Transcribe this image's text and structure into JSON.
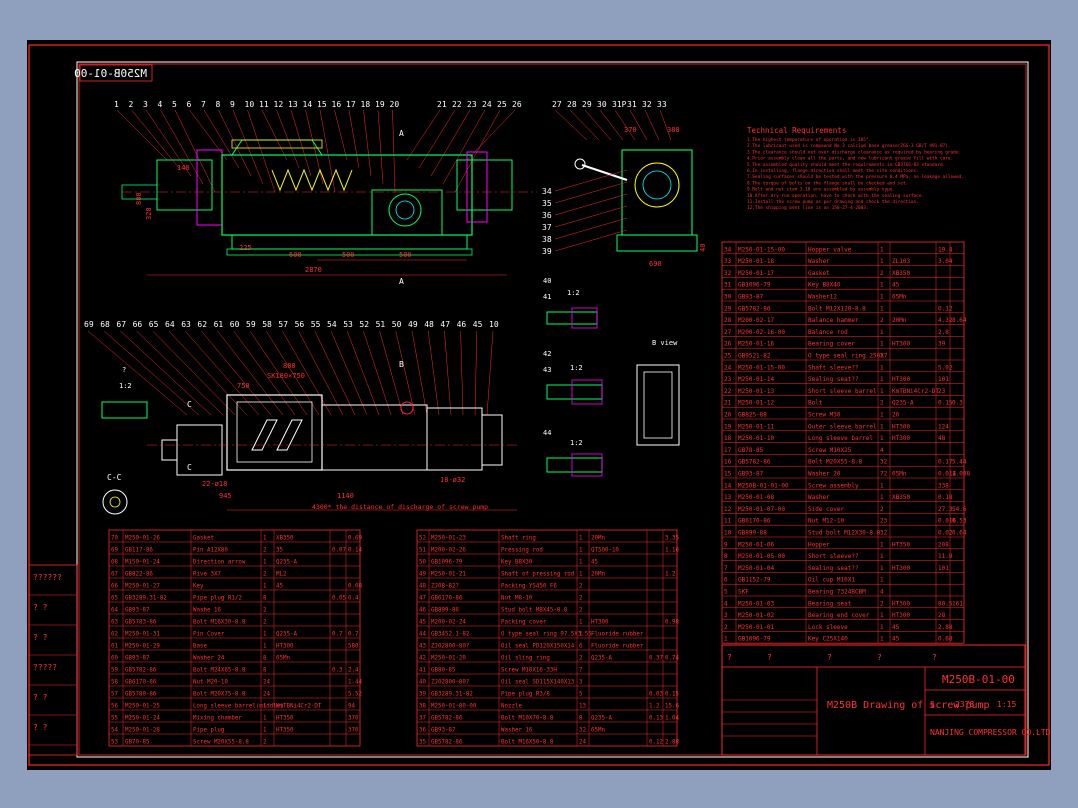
{
  "drawing_no_mirrored": "M250B-01-00",
  "colors": {
    "background": "#000000",
    "border": "#ff2a2a",
    "frame": "#ffffff",
    "text": "#ff3030",
    "parts": "#00ff66",
    "metal": "#ffff00",
    "accent": "#ff00ff",
    "cyan": "#00ffff"
  },
  "balloons_top": [
    "1",
    "2",
    "3",
    "4",
    "5",
    "6",
    "7",
    "8",
    "9",
    "10",
    "11",
    "12",
    "13",
    "14",
    "15",
    "16",
    "17",
    "18",
    "19",
    "20",
    "21",
    "22",
    "23",
    "24",
    "25",
    "26",
    "27",
    "28",
    "29",
    "30",
    "31P",
    "31",
    "32",
    "33"
  ],
  "balloons_bottom": [
    "69",
    "68",
    "67",
    "66",
    "65",
    "64",
    "63",
    "62",
    "61",
    "60",
    "59",
    "58",
    "57",
    "56",
    "55",
    "54",
    "53",
    "52",
    "51",
    "50",
    "49",
    "48",
    "47",
    "46",
    "45",
    "10"
  ],
  "balloons_side": [
    "34",
    "35",
    "36",
    "37",
    "38",
    "39"
  ],
  "section_marks": {
    "a": "A",
    "b": "B",
    "c": "C",
    "cc": "C-C",
    "b_view": "B view",
    "scale": "1:2",
    "q": "?"
  },
  "detail_labels": [
    "40",
    "41",
    "42",
    "43",
    "44"
  ],
  "dims": {
    "d_2870": "2870",
    "d_500a": "500",
    "d_500b": "500",
    "d_600": "600",
    "d_225": "225",
    "d_140": "140",
    "d_880": "880",
    "d_320": "320",
    "d_370": "370",
    "d_380": "380",
    "d_690": "690",
    "d_40": "40",
    "d_880b": "880",
    "d_sk": "SK180×750",
    "d_750": "750",
    "d_945": "945",
    "d_1140": "1140",
    "d_2215": "22-ø18",
    "d_8632": "18-ø32"
  },
  "distance_note": "4300* the distance of discharge of screw pump",
  "tech_title": "Technical Requirements",
  "tech_lines": [
    "1.The highest temperature of operation is 105°.",
    "2.The lubricant used is compound No.3 calcium base grease(ZGG-3 GB/T 491-87).",
    "3.The clearance should not over discharge clearance as required by bearing grade.",
    "4.Prior assembly clean all the parts, and new lubricant grease fill with care.",
    "5.The assembled quality should meet the requirements in GB3766-83 standard.",
    "6.In installing, flange direction shall meet the site conditions.",
    "7.Sealing surfaces should be tested with the pressure 0.4 MPa, no leakage allowed.",
    "8.The torque of bolts on the flange shall be checked and set.",
    "9.Bolt and nut item 3,18 are assembled by assembly type.",
    "10.After dry-run operation, have to check with the sealing surface.",
    "11.Install the screw pump as per drawing and check the direction.",
    "12.The shipping bent line is on 150-27-4-2003."
  ],
  "upper_table": [
    [
      "34",
      "M250-01-15-00",
      "Hopper valve",
      "1",
      "",
      "19.4"
    ],
    [
      "33",
      "M250-01-18",
      "Washer",
      "1",
      "ZL103",
      "3.04"
    ],
    [
      "32",
      "M250-01-17",
      "Gasket",
      "2",
      "XB350",
      ""
    ],
    [
      "31",
      "GB1096-79",
      "Key B8X40",
      "1",
      "45",
      ""
    ],
    [
      "30",
      "GB93-87",
      "Washer12",
      "1",
      "65Mn",
      ""
    ],
    [
      "29",
      "GB5782-86",
      "Bolt M12X120-8.8",
      "1",
      "",
      "0.12"
    ],
    [
      "28",
      "M200-02-17",
      "Balance hammer",
      "2",
      "20Mn",
      "4.32",
      "8.64"
    ],
    [
      "27",
      "M200-02-16-00",
      "Balance rod",
      "1",
      "",
      "2.8"
    ],
    [
      "26",
      "M250-01-16",
      "Bearing cover",
      "1",
      "HT300",
      "39"
    ],
    [
      "25",
      "GB9521-82",
      "O type seal ring 250X7",
      "2",
      "",
      ""
    ],
    [
      "24",
      "M250-01-15-00",
      "Shaft sleeve??",
      "1",
      "",
      "5.02"
    ],
    [
      "23",
      "M250-01-14",
      "Sealing seat??",
      "1",
      "HT300",
      "101"
    ],
    [
      "22",
      "M250-01-13",
      "Short sleeve barrel",
      "1",
      "KmTBNi4Cr2-DT",
      "23"
    ],
    [
      "21",
      "M250-01-12",
      "Bolt",
      "2",
      "Q235-A",
      "0.15",
      "0.3"
    ],
    [
      "20",
      "GB825-88",
      "Screw M30",
      "1",
      "20",
      ""
    ],
    [
      "19",
      "M250-01-11",
      "Outer sleeve barrel",
      "1",
      "HT300",
      "124"
    ],
    [
      "18",
      "M250-01-10",
      "Long sleeve barrel",
      "1",
      "HT300",
      "48"
    ],
    [
      "17",
      "GB78-85",
      "Screw M10X25",
      "4",
      "",
      "",
      ""
    ],
    [
      "16",
      "GB5782-86",
      "Bolt M20X55-8.8",
      "32",
      "",
      "0.17",
      "5.44"
    ],
    [
      "15",
      "GB93-87",
      "Washer 20",
      "72",
      "65Mn",
      "0.014",
      "1.008"
    ],
    [
      "14",
      "M250B-01-01-00",
      "Screw assembly",
      "1",
      "",
      "338"
    ],
    [
      "13",
      "M250-01-08",
      "Washer",
      "1",
      "XB350",
      "0.18"
    ],
    [
      "12",
      "M250-01-07-00",
      "Side cover",
      "2",
      "",
      "27.3",
      "54.6"
    ],
    [
      "11",
      "GB6170-86",
      "Nut M12-10",
      "23",
      "",
      "0.016",
      "0.53"
    ],
    [
      "10",
      "GB899-88",
      "Stud bolt M12X30-8.8",
      "32",
      "",
      "0.02",
      "0.64"
    ],
    [
      "9",
      "M250-01-06",
      "Hopper",
      "1",
      "HT350",
      "208"
    ],
    [
      "8",
      "M250-01-05-00",
      "Short sleeve??",
      "1",
      "",
      "11.9"
    ],
    [
      "7",
      "M250-01-04",
      "Sealing seat??",
      "1",
      "HT300",
      "101"
    ],
    [
      "6",
      "GB1152-79",
      "Oil cup M10X1",
      "1",
      "",
      ""
    ],
    [
      "5",
      "SKF",
      "Bearing 7324BCBM",
      "4",
      "",
      ""
    ],
    [
      "4",
      "M250-01-03",
      "Bearing seat",
      "2",
      "HT300",
      "80.5",
      "161"
    ],
    [
      "3",
      "M250-01-02",
      "Bearing end cover",
      "1",
      "HT300",
      "28"
    ],
    [
      "2",
      "M250-01-01",
      "Lock sleeve",
      "1",
      "45",
      "2.88"
    ],
    [
      "1",
      "GB1096-79",
      "Key C25X140",
      "1",
      "45",
      "0.68"
    ]
  ],
  "lower_left": [
    [
      "70",
      "M250-01-26",
      "Gasket",
      "1",
      "XB350",
      "",
      "0.69"
    ],
    [
      "69",
      "GB117-86",
      "Pin A12X80",
      "2",
      "35",
      "0.07",
      "0.14"
    ],
    [
      "68",
      "M150-01-24",
      "Direction arrow",
      "1",
      "Q235-A",
      "",
      ""
    ],
    [
      "67",
      "GB822-86",
      "Rive 3X7",
      "2",
      "ML2",
      "",
      ""
    ],
    [
      "66",
      "M250-01-27",
      "Key",
      "1",
      "45",
      "",
      "0.08"
    ],
    [
      "65",
      "GB3289.31-82",
      "Pipe plug R1/2",
      "8",
      "",
      "0.05",
      "0.4"
    ],
    [
      "64",
      "GB93-87",
      "Washe 16",
      "2",
      "",
      "",
      ""
    ],
    [
      "63",
      "GB5783-86",
      "Bolt M16X30-8.8",
      "2",
      "",
      "",
      ""
    ],
    [
      "62",
      "M250-01-31",
      "Pin Cover",
      "1",
      "Q235-A",
      "0.7",
      "0.7"
    ],
    [
      "61",
      "M250-01-29",
      "Base",
      "1",
      "HT300",
      "",
      "580"
    ],
    [
      "60",
      "GB93-87",
      "Washer 24",
      "8",
      "65Mn",
      "",
      ""
    ],
    [
      "59",
      "GB5782-86",
      "Bolt M24X65-8.8",
      "8",
      "",
      "0.3",
      "2.4"
    ],
    [
      "58",
      "GB6170-86",
      "Nut M20-10",
      "24",
      "",
      "",
      "1.44"
    ],
    [
      "57",
      "GB5780-86",
      "Bolt M20X75-8.8",
      "24",
      "",
      "",
      "5.52"
    ],
    [
      "56",
      "M250-01-25",
      "Long sleeve barrel(middle)",
      "1",
      "KmTBNi4Cr2-DT",
      "",
      "94"
    ],
    [
      "55",
      "M250-01-24",
      "Mixing chamber",
      "1",
      "HT350",
      "",
      "370"
    ],
    [
      "54",
      "M250-01-28",
      "Pipe plug",
      "1",
      "HT350",
      "",
      "370"
    ],
    [
      "53",
      "GB70-85",
      "Screw M20X55-8.8",
      "2",
      "",
      "",
      ""
    ]
  ],
  "lower_mid": [
    [
      "52",
      "M250-01-23",
      "Shaft ring",
      "1",
      "20Mn",
      "",
      "3.35"
    ],
    [
      "51",
      "M200-02-26",
      "Pressing rod",
      "1",
      "QT500-10",
      "",
      "1.16"
    ],
    [
      "50",
      "GB1096-79",
      "Key B8X30",
      "1",
      "45",
      "",
      ""
    ],
    [
      "49",
      "M250-01-21",
      "Shaft of pressing rod",
      "1",
      "20Mn",
      "",
      "1.2"
    ],
    [
      "48",
      "ZJ08-82?",
      "Packing YS450 F6",
      "2",
      "",
      "",
      ""
    ],
    [
      "47",
      "GB6170-86",
      "Nut M8-10",
      "2",
      "",
      "",
      ""
    ],
    [
      "46",
      "GB899-86",
      "Stud bolt M8X45-8.8",
      "2",
      "",
      "",
      ""
    ],
    [
      "45",
      "M200-02-24",
      "Packing cover",
      "1",
      "HT300",
      "",
      "0.98"
    ],
    [
      "44",
      "GB3452.1-82",
      "O type seal ring 97.5X3.55",
      "1",
      "Fluoride rubber",
      "",
      ""
    ],
    [
      "43",
      "ZJ02800-80?",
      "Oil seal PD120X150X14",
      "6",
      "Fluoride rubber",
      "",
      ""
    ],
    [
      "42",
      "M250-01-20",
      "Oil sling ring",
      "2",
      "Q235-A",
      "0.37",
      "0.74"
    ],
    [
      "41",
      "GB80-85",
      "Screw M10X16-33H",
      "7",
      "",
      "",
      ""
    ],
    [
      "40",
      "ZJ02800-80?",
      "Oil seal SD115X140X13",
      "3",
      "",
      "",
      ""
    ],
    [
      "39",
      "GB3289.31-82",
      "Pipe plug R3/8",
      "5",
      "",
      "0.03",
      "0.15"
    ],
    [
      "38",
      "M250-01-80-00",
      "Nozzle",
      "13",
      "",
      "1.2",
      "15.6"
    ],
    [
      "37",
      "GB5782-86",
      "Bolt M10X70-8.8",
      "8",
      "Q235-A",
      "0.13",
      "1.04"
    ],
    [
      "36",
      "GB93-87",
      "Washer 16",
      "32",
      "65Mn",
      "",
      ""
    ],
    [
      "35",
      "GB5782-86",
      "Bolt M16X50-8.8",
      "24",
      "",
      "0.12",
      "2.88"
    ]
  ],
  "title_drawing_no": "M250B-01-00",
  "title_name": "M250B Drawing of screw pump",
  "title_company": "NANJING COMPRESSOR CO.LTD",
  "title_scale": "1:15",
  "title_weight": "2378",
  "title_s": "S",
  "left_stamps": [
    "??????",
    "?  ?",
    "?  ?",
    "?????",
    "?  ?",
    "?  ?"
  ],
  "q": "?"
}
